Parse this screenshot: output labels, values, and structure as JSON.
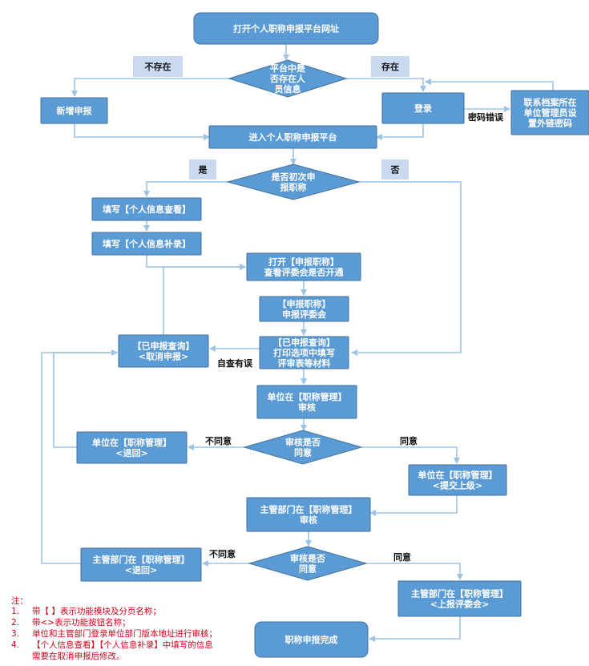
{
  "nodes": {
    "start": "打开个人职称申报平台网址",
    "platform_exists": [
      "平台中是",
      "否存在人",
      "员信息"
    ],
    "new_report": "新增申报",
    "login": "登录",
    "contact_admin": [
      "联系档案所在",
      "单位管理员设",
      "置外链密码"
    ],
    "enter_platform": "进入个人职称申报平台",
    "first_time": [
      "是否初次申",
      "报职称"
    ],
    "fill_info_view": "填写【个人信息查看】",
    "fill_info_supplement": "填写【个人信息补录】",
    "open_apply": [
      "打开【申报职称】",
      "查看评委会是否开通"
    ],
    "apply_committee": [
      "【申报职称】",
      "申报评委会"
    ],
    "query_print": [
      "【已申报查询】",
      "打印选项中填写",
      "评审表等材料"
    ],
    "query_cancel": [
      "【已申报查询】",
      "<取消申报>"
    ],
    "unit_review": [
      "单位在【职称管理】",
      "审核"
    ],
    "unit_decision": [
      "审核是否",
      "同意"
    ],
    "unit_return": [
      "单位在【职称管理】",
      "<退回>"
    ],
    "unit_submit": [
      "单位在【职称管理】",
      "<提交上级>"
    ],
    "dept_review": [
      "主管部门在【职称管理】",
      "审核"
    ],
    "dept_decision": [
      "审核是否",
      "同意"
    ],
    "dept_return": [
      "主管部门在【职称管理】",
      "<退回>"
    ],
    "dept_submit": [
      "主管部门在【职称管理】",
      "<上报评委会>"
    ],
    "done": "职称申报完成"
  },
  "edge_labels": {
    "not_exist": "不存在",
    "exist": "存在",
    "wrong_password": "密码错误",
    "yes": "是",
    "no": "否",
    "self_check_error": "自查有误",
    "unit_disagree": "不同意",
    "unit_agree": "同意",
    "dept_disagree": "不同意",
    "dept_agree": "同意"
  },
  "notes": {
    "title": "注：",
    "items": [
      {
        "num": "1.",
        "text": "带【 】表示功能模块及分页名称；"
      },
      {
        "num": "2.",
        "text": "带<>表示功能按钮名称；"
      },
      {
        "num": "3.",
        "text": "单位和主管部门登录单位部门版本地址进行审核；"
      },
      {
        "num": "4.",
        "text": "【个人信息查看】【个人信息补录】中填写的信息"
      },
      {
        "num": "",
        "text": "需要在取消申报后修改。"
      }
    ]
  },
  "colors": {
    "box_fill": "#5b9bd5",
    "box_stroke": "#41719c",
    "line": "#9dc3e6",
    "label_bg": "#c9daf0",
    "note_text": "#d0021b"
  }
}
